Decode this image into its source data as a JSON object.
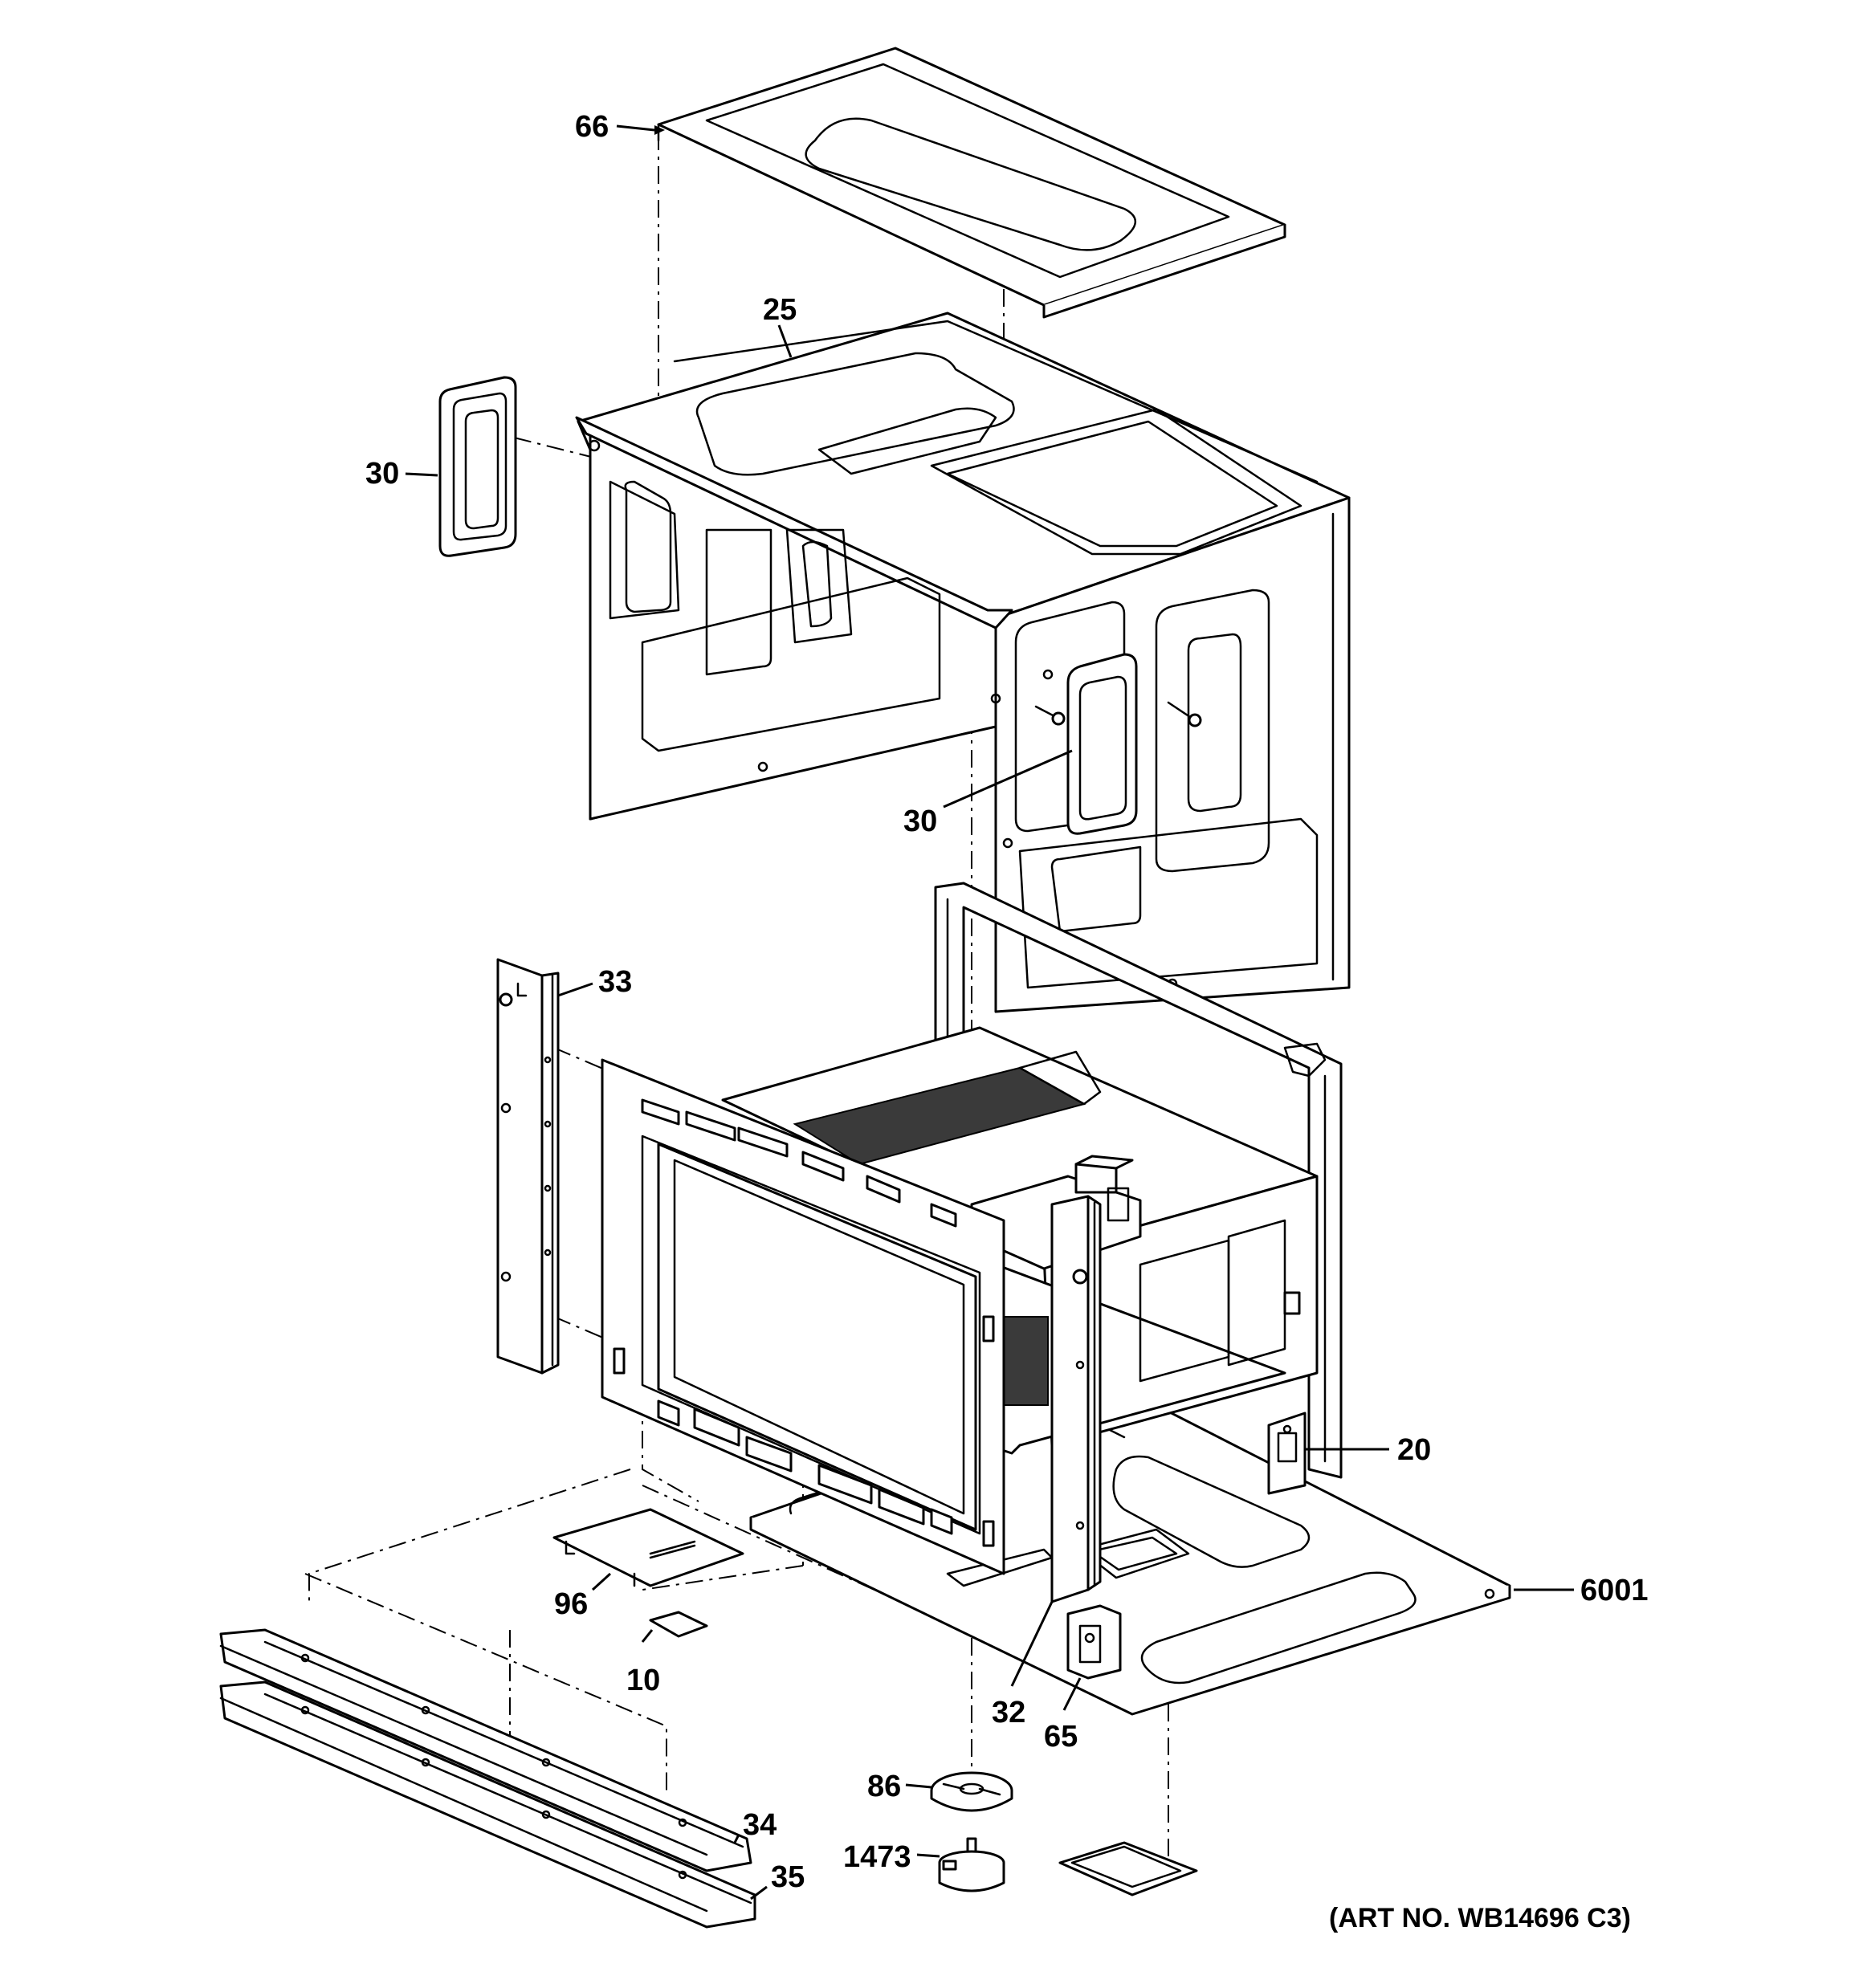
{
  "callouts": {
    "c66": "66",
    "c25": "25",
    "c30a": "30",
    "c30b": "30",
    "c33": "33",
    "c20": "20",
    "c6001": "6001",
    "c96": "96",
    "c10": "10",
    "c32": "32",
    "c65": "65",
    "c86": "86",
    "c1473": "1473",
    "c34": "34",
    "c35": "35"
  },
  "art_number": "(ART NO. WB14696 C3)"
}
